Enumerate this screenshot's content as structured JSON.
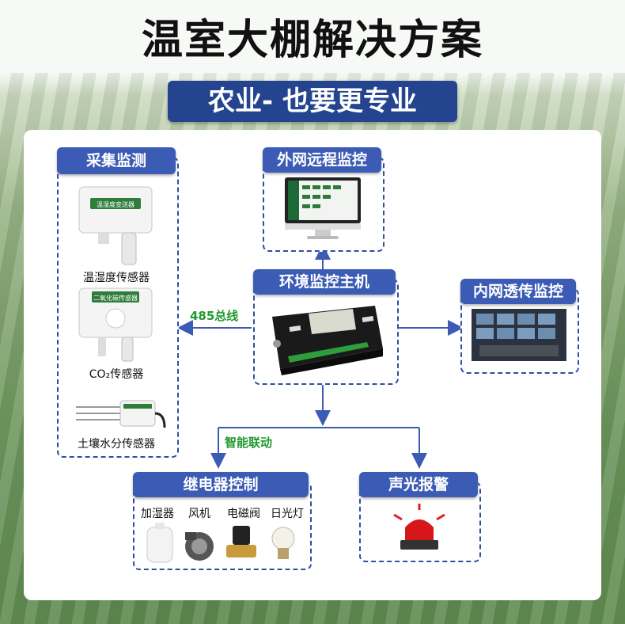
{
  "title": "温室大棚解决方案",
  "subtitle": "农业- 也要更专业",
  "collection": {
    "header": "采集监测",
    "sensors": [
      "温湿度传感器",
      "CO₂传感器",
      "土壤水分传感器"
    ],
    "sensor1_text": "温湿度变送器",
    "sensor2_text": "二氧化碳传感器"
  },
  "remote": {
    "header": "外网远程监控"
  },
  "host": {
    "header": "环境监控主机"
  },
  "intranet": {
    "header": "内网透传监控"
  },
  "relay": {
    "header": "继电器控制",
    "devices": [
      "加湿器",
      "风机",
      "电磁阀",
      "日光灯"
    ]
  },
  "alarm": {
    "header": "声光报警"
  },
  "links": {
    "bus": "485总线",
    "linkage": "智能联动"
  },
  "colors": {
    "accent": "#3b5bb5",
    "dark": "#24448f",
    "dash": "#2d4fa0",
    "green": "#1f9a2f"
  }
}
